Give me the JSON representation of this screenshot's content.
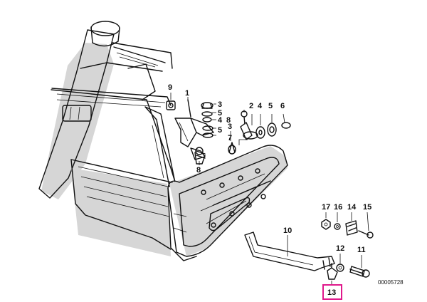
{
  "diagram": {
    "callouts": {
      "p1": "1",
      "p2": "2",
      "p3a": "3",
      "p3b": "3",
      "p4a": "4",
      "p4b": "4",
      "p5a": "5",
      "p5b": "5",
      "p6": "6",
      "p7": "7",
      "p8a": "8",
      "p8b": "8",
      "p9": "9",
      "p10": "10",
      "p11": "11",
      "p12": "12",
      "p13": "13",
      "p14": "14",
      "p15": "15",
      "p16": "16",
      "p17": "17"
    },
    "highlighted_part": "13",
    "reference_number": "00005728",
    "highlight_color": "#e0198c"
  }
}
